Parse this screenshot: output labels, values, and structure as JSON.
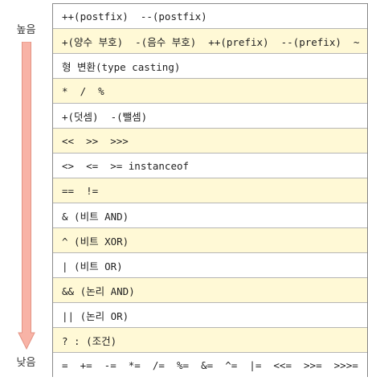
{
  "labels": {
    "high": "높음",
    "low": "낮음"
  },
  "colors": {
    "arrow_fill": "#f8b3a6",
    "arrow_stroke": "#e39384",
    "row_yellow": "#fff9d6",
    "row_white": "#ffffff",
    "border": "#8a8a8a"
  },
  "rows": [
    {
      "text": "++(postfix)  --(postfix)",
      "highlight": false
    },
    {
      "text": "+(양수 부호)  -(음수 부호)  ++(prefix)  --(prefix)  ~ !",
      "highlight": true
    },
    {
      "text": "형 변환(type casting)",
      "highlight": false
    },
    {
      "text": "*  /  %",
      "highlight": true
    },
    {
      "text": "+(덧셈)  -(뺄셈)",
      "highlight": false
    },
    {
      "text": "<<  >>  >>>",
      "highlight": true
    },
    {
      "text": "<>  <=  >= instanceof",
      "highlight": false
    },
    {
      "text": "==  !=",
      "highlight": true
    },
    {
      "text": "& (비트 AND)",
      "highlight": false
    },
    {
      "text": "^ (비트 XOR)",
      "highlight": true
    },
    {
      "text": "| (비트 OR)",
      "highlight": false
    },
    {
      "text": "&& (논리 AND)",
      "highlight": true
    },
    {
      "text": "|| (논리 OR)",
      "highlight": false
    },
    {
      "text": "? : (조건)",
      "highlight": true
    },
    {
      "text": "=  +=  -=  *=  /=  %=  &=  ^=  |=  <<=  >>=  >>>=",
      "highlight": false
    }
  ]
}
